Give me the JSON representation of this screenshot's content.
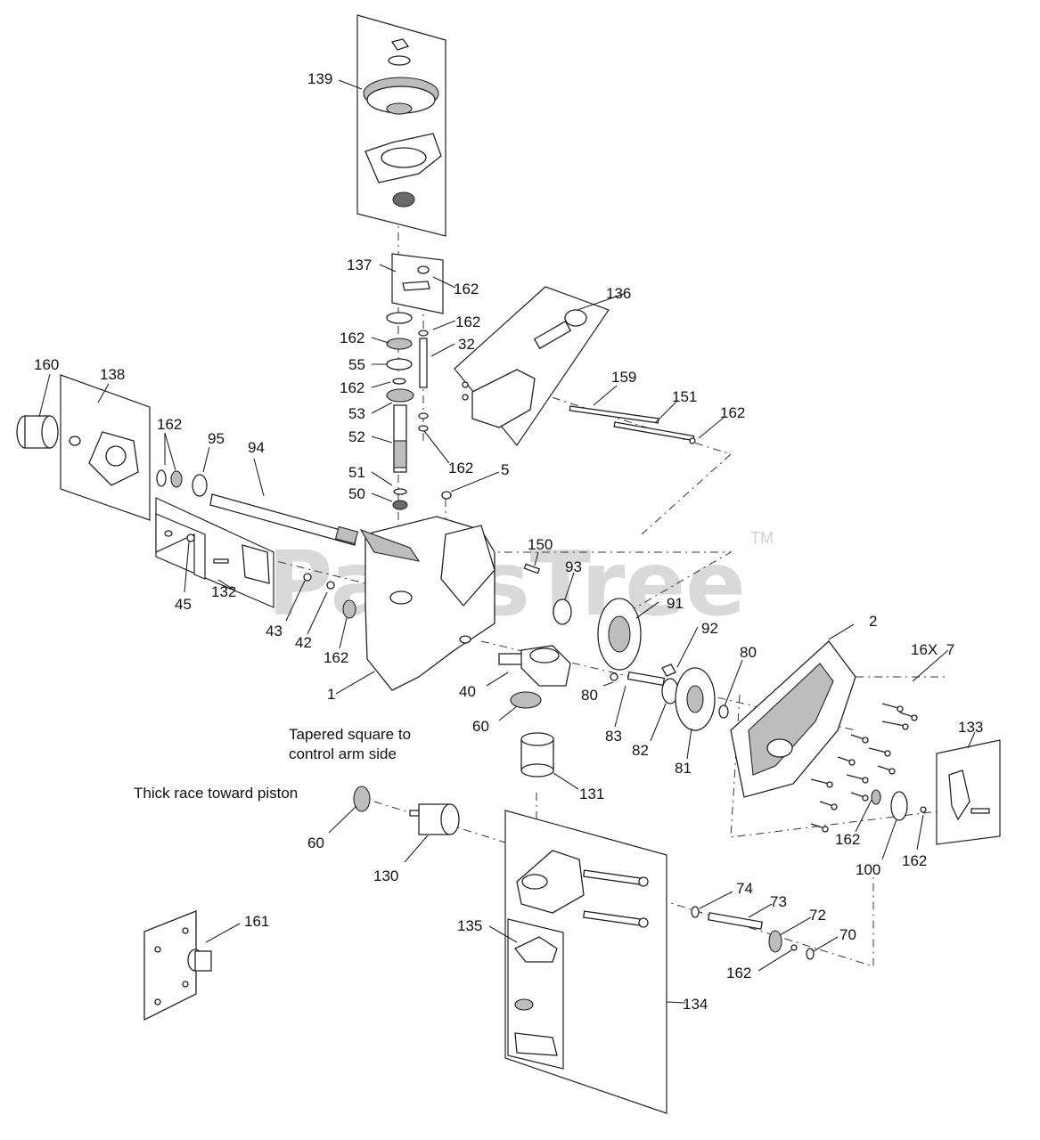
{
  "watermark": {
    "text": "PartsTree",
    "trademark": "TM"
  },
  "notes": {
    "tapered_line1": "Tapered square to",
    "tapered_line2": "control arm side",
    "thick_race": "Thick race toward piston"
  },
  "callouts": {
    "c139": "139",
    "c137": "137",
    "c162a": "162",
    "c136": "136",
    "c162b": "162",
    "c162c": "162",
    "c32": "32",
    "c55": "55",
    "c162d": "162",
    "c53": "53",
    "c52": "52",
    "c162e": "162",
    "c51": "51",
    "c50": "50",
    "c5": "5",
    "c159": "159",
    "c151": "151",
    "c162f": "162",
    "c160": "160",
    "c138": "138",
    "c162g": "162",
    "c95": "95",
    "c94": "94",
    "c150": "150",
    "c93": "93",
    "c91": "91",
    "c92": "92",
    "c45": "45",
    "c132": "132",
    "c43": "43",
    "c42": "42",
    "c162h": "162",
    "c1": "1",
    "c40": "40",
    "c80a": "80",
    "c83": "83",
    "c82": "82",
    "c81": "81",
    "c80b": "80",
    "c2": "2",
    "c16x7": "16X  7",
    "c60a": "60",
    "c131": "131",
    "c133": "133",
    "c162i": "162",
    "c100": "100",
    "c162j": "162",
    "c60b": "60",
    "c130": "130",
    "c74": "74",
    "c73": "73",
    "c72": "72",
    "c70": "70",
    "c162k": "162",
    "c135": "135",
    "c134": "134",
    "c161": "161"
  }
}
